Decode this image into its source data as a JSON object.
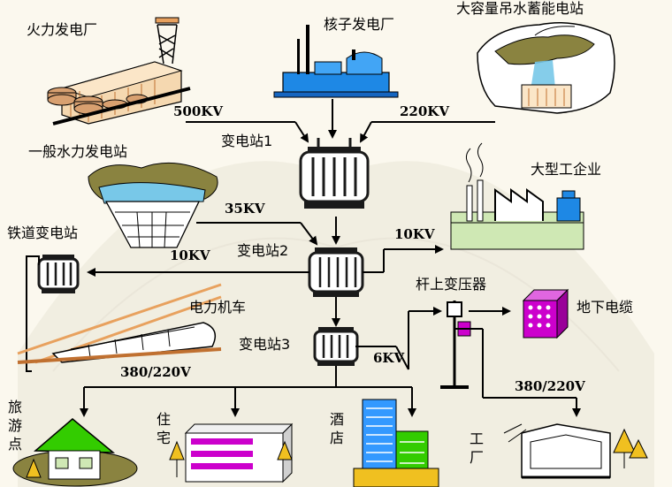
{
  "labels": {
    "thermal": "火力发电厂",
    "nuclear": "核子发电厂",
    "pumped": "大容量吊水蓄能电站",
    "hydro": "一般水力发电站",
    "sub1": "变电站1",
    "sub2": "变电站2",
    "sub3": "变电站3",
    "industry": "大型工企业",
    "railway_sub": "铁道变电站",
    "loco": "电力机车",
    "pole_tx": "杆上变压器",
    "cable": "地下电缆",
    "tourist": "旅游点",
    "residence": "住宅",
    "hotel": "酒店",
    "factory": "工厂"
  },
  "voltages": {
    "v500": "500KV",
    "v220kv": "220KV",
    "v35": "35KV",
    "v10a": "10KV",
    "v10b": "10KV",
    "v6": "6KV",
    "v380a": "380/220V",
    "v380b": "380/220V"
  },
  "colors": {
    "background": "#fbf8ee",
    "line": "#000000",
    "transformer": "#1a1a1a",
    "factory_green": "#cfe8b4",
    "tourist_green": "#33cc00",
    "terrain": "#8a8340",
    "water": "#78c8e8",
    "nuclear_blue": "#1e88e5",
    "brick": "#e8a15e",
    "purple": "#cc00cc",
    "hotel_blue": "#3399ff"
  }
}
